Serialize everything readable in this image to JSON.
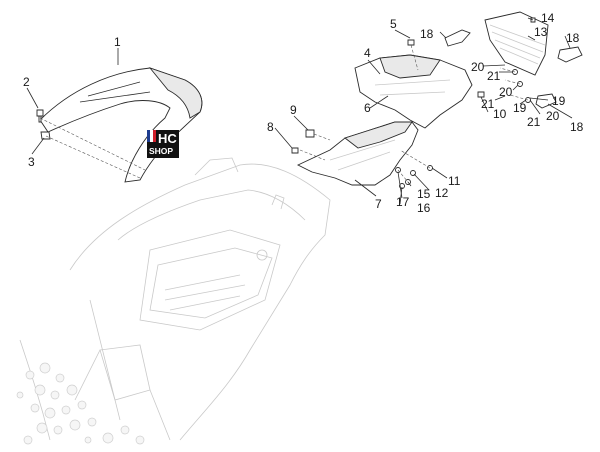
{
  "callouts": [
    "1",
    "2",
    "3",
    "4",
    "5",
    "6",
    "7",
    "8",
    "9",
    "10",
    "11",
    "12",
    "13",
    "14",
    "15",
    "16",
    "17",
    "18",
    "18",
    "18",
    "19",
    "19",
    "20",
    "20",
    "20",
    "21",
    "21",
    "21"
  ],
  "logo": {
    "line1": "HC",
    "line2": "SHOP",
    "flag_colors": [
      "#1d3c8f",
      "#ffffff",
      "#d11f2a"
    ],
    "bg": "#111111"
  }
}
